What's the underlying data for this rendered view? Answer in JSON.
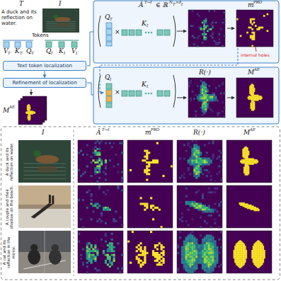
{
  "diagram": {
    "nodes": [
      {
        "text": [
          "Text token localization"
        ]
      },
      {
        "text": [
          "Refinement of localization"
        ]
      }
    ],
    "edges": [
      {
        "from": 0,
        "to": 1,
        "arrow": "to"
      }
    ],
    "labels": [
      "T",
      "I",
      "A duck and its reflection on water.",
      "Tokens",
      "V",
      "T",
      "K",
      "T",
      "Q",
      "T",
      "Q",
      "I",
      "K",
      "I",
      "V",
      "I",
      "M",
      "AE",
      "Ā",
      "T→I",
      "∈ ℝ",
      "N",
      "T",
      "×d",
      "I",
      "Q",
      "T",
      "K",
      "I",
      "m",
      "PRO",
      "internal holes",
      "Q",
      "I",
      "K",
      "I",
      "R(·)",
      "M",
      "AE",
      "I",
      "Ā",
      "T→I",
      "m",
      "PRO",
      "R(·)",
      "M",
      "AE",
      "A duck and its reflection on water.",
      "A couple and their shadow on the beach.",
      "A cat and its reflection in the mirror.",
      "×",
      "×"
    ]
  }
}
